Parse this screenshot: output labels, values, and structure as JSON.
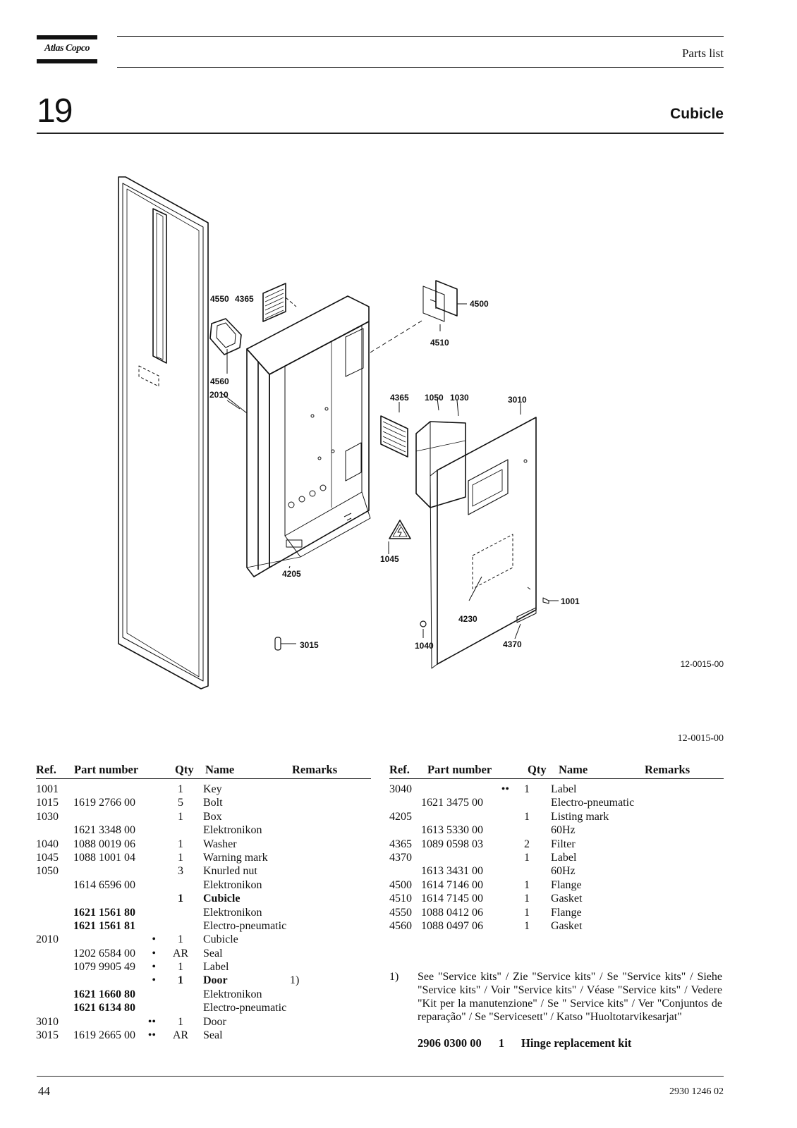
{
  "header": {
    "brand": "Atlas Copco",
    "section": "Parts list"
  },
  "chapter": {
    "number": "19",
    "title": "Cubicle"
  },
  "diagram": {
    "code": "12-0015-00",
    "labels": {
      "l4550": "4550",
      "l4365a": "4365",
      "l4560": "4560",
      "l2010": "2010",
      "l4500": "4500",
      "l4510": "4510",
      "l4365b": "4365",
      "l1050": "1050",
      "l1030": "1030",
      "l3010": "3010",
      "l1045": "1045",
      "l4205": "4205",
      "l1001": "1001",
      "l4230": "4230",
      "l1040": "1040",
      "l4370": "4370",
      "l3015": "3015"
    }
  },
  "figure_code": "12-0015-00",
  "table": {
    "headers": {
      "ref": "Ref.",
      "part_number": "Part number",
      "qty": "Qty",
      "name": "Name",
      "remarks": "Remarks"
    },
    "left_rows": [
      {
        "ref": "1001",
        "pn": "",
        "bullet": "",
        "qty": "1",
        "name": "Key",
        "remark": "",
        "bold": false
      },
      {
        "ref": "1015",
        "pn": "1619 2766 00",
        "bullet": "",
        "qty": "5",
        "name": "Bolt",
        "remark": "",
        "bold": false
      },
      {
        "ref": "1030",
        "pn": "",
        "bullet": "",
        "qty": "1",
        "name": "Box",
        "remark": "",
        "bold": false
      },
      {
        "ref": "",
        "pn": "1621 3348 00",
        "bullet": "",
        "qty": "",
        "name": "Elektronikon",
        "remark": "",
        "bold": false
      },
      {
        "ref": "1040",
        "pn": "1088 0019 06",
        "bullet": "",
        "qty": "1",
        "name": "Washer",
        "remark": "",
        "bold": false
      },
      {
        "ref": "1045",
        "pn": "1088 1001 04",
        "bullet": "",
        "qty": "1",
        "name": "Warning mark",
        "remark": "",
        "bold": false
      },
      {
        "ref": "1050",
        "pn": "",
        "bullet": "",
        "qty": "3",
        "name": "Knurled nut",
        "remark": "",
        "bold": false
      },
      {
        "ref": "",
        "pn": "1614 6596 00",
        "bullet": "",
        "qty": "",
        "name": "Elektronikon",
        "remark": "",
        "bold": false
      },
      {
        "ref": "",
        "pn": "",
        "bullet": "",
        "qty": "1",
        "name": "Cubicle",
        "remark": "",
        "bold": true
      },
      {
        "ref": "",
        "pn": "1621 1561 80",
        "bullet": "",
        "qty": "",
        "name": "Elektronikon",
        "remark": "",
        "bold": false,
        "pnbold": true
      },
      {
        "ref": "",
        "pn": "1621 1561 81",
        "bullet": "",
        "qty": "",
        "name": "Electro-pneumatic",
        "remark": "",
        "bold": false,
        "pnbold": true
      },
      {
        "ref": "2010",
        "pn": "",
        "bullet": "•",
        "qty": "1",
        "name": "Cubicle",
        "remark": "",
        "bold": false
      },
      {
        "ref": "",
        "pn": "1202 6584 00",
        "bullet": "•",
        "qty": "AR",
        "name": "Seal",
        "remark": "",
        "bold": false
      },
      {
        "ref": "",
        "pn": "1079 9905 49",
        "bullet": "•",
        "qty": "1",
        "name": "Label",
        "remark": "",
        "bold": false
      },
      {
        "ref": "",
        "pn": "",
        "bullet": "•",
        "qty": "1",
        "name": "Door",
        "remark": "1)",
        "bold": true
      },
      {
        "ref": "",
        "pn": "1621 1660 80",
        "bullet": "",
        "qty": "",
        "name": "Elektronikon",
        "remark": "",
        "bold": false,
        "pnbold": true
      },
      {
        "ref": "",
        "pn": "1621 6134 80",
        "bullet": "",
        "qty": "",
        "name": "Electro-pneumatic",
        "remark": "",
        "bold": false,
        "pnbold": true
      },
      {
        "ref": "3010",
        "pn": "",
        "bullet": "••",
        "qty": "1",
        "name": "Door",
        "remark": "",
        "bold": false
      },
      {
        "ref": "3015",
        "pn": "1619 2665 00",
        "bullet": "••",
        "qty": "AR",
        "name": "Seal",
        "remark": "",
        "bold": false
      }
    ],
    "right_rows": [
      {
        "ref": "3040",
        "pn": "",
        "bullet": "••",
        "qty": "1",
        "name": "Label",
        "remark": "",
        "bold": false
      },
      {
        "ref": "",
        "pn": "1621 3475 00",
        "bullet": "",
        "qty": "",
        "name": "Electro-pneumatic",
        "remark": "",
        "bold": false
      },
      {
        "ref": "4205",
        "pn": "",
        "bullet": "",
        "qty": "1",
        "name": "Listing mark",
        "remark": "",
        "bold": false
      },
      {
        "ref": "",
        "pn": "1613 5330 00",
        "bullet": "",
        "qty": "",
        "name": "60Hz",
        "remark": "",
        "bold": false
      },
      {
        "ref": "4365",
        "pn": "1089 0598 03",
        "bullet": "",
        "qty": "2",
        "name": "Filter",
        "remark": "",
        "bold": false
      },
      {
        "ref": "4370",
        "pn": "",
        "bullet": "",
        "qty": "1",
        "name": "Label",
        "remark": "",
        "bold": false
      },
      {
        "ref": "",
        "pn": "1613 3431 00",
        "bullet": "",
        "qty": "",
        "name": "60Hz",
        "remark": "",
        "bold": false
      },
      {
        "ref": "4500",
        "pn": "1614 7146 00",
        "bullet": "",
        "qty": "1",
        "name": "Flange",
        "remark": "",
        "bold": false
      },
      {
        "ref": "4510",
        "pn": "1614 7145 00",
        "bullet": "",
        "qty": "1",
        "name": "Gasket",
        "remark": "",
        "bold": false
      },
      {
        "ref": "4550",
        "pn": "1088 0412 06",
        "bullet": "",
        "qty": "1",
        "name": "Flange",
        "remark": "",
        "bold": false
      },
      {
        "ref": "4560",
        "pn": "1088 0497 06",
        "bullet": "",
        "qty": "1",
        "name": "Gasket",
        "remark": "",
        "bold": false
      }
    ]
  },
  "footnote": {
    "marker": "1)",
    "text": "See \"Service kits\" / Zie \"Service kits\" / Se \"Service kits\" / Siehe \"Service kits\" / Voir \"Service kits\" / Véase \"Service kits\" / Vedere \"Kit per la manutenzione\" / Se \" Service kits\" / Ver \"Conjuntos de reparação\" / Se \"Servicesett\" / Katso \"Huoltotarvikesarjat\"",
    "kit_part": "2906 0300 00",
    "kit_qty": "1",
    "kit_name": "Hinge replacement kit"
  },
  "footer": {
    "page": "44",
    "doc": "2930 1246 02"
  }
}
